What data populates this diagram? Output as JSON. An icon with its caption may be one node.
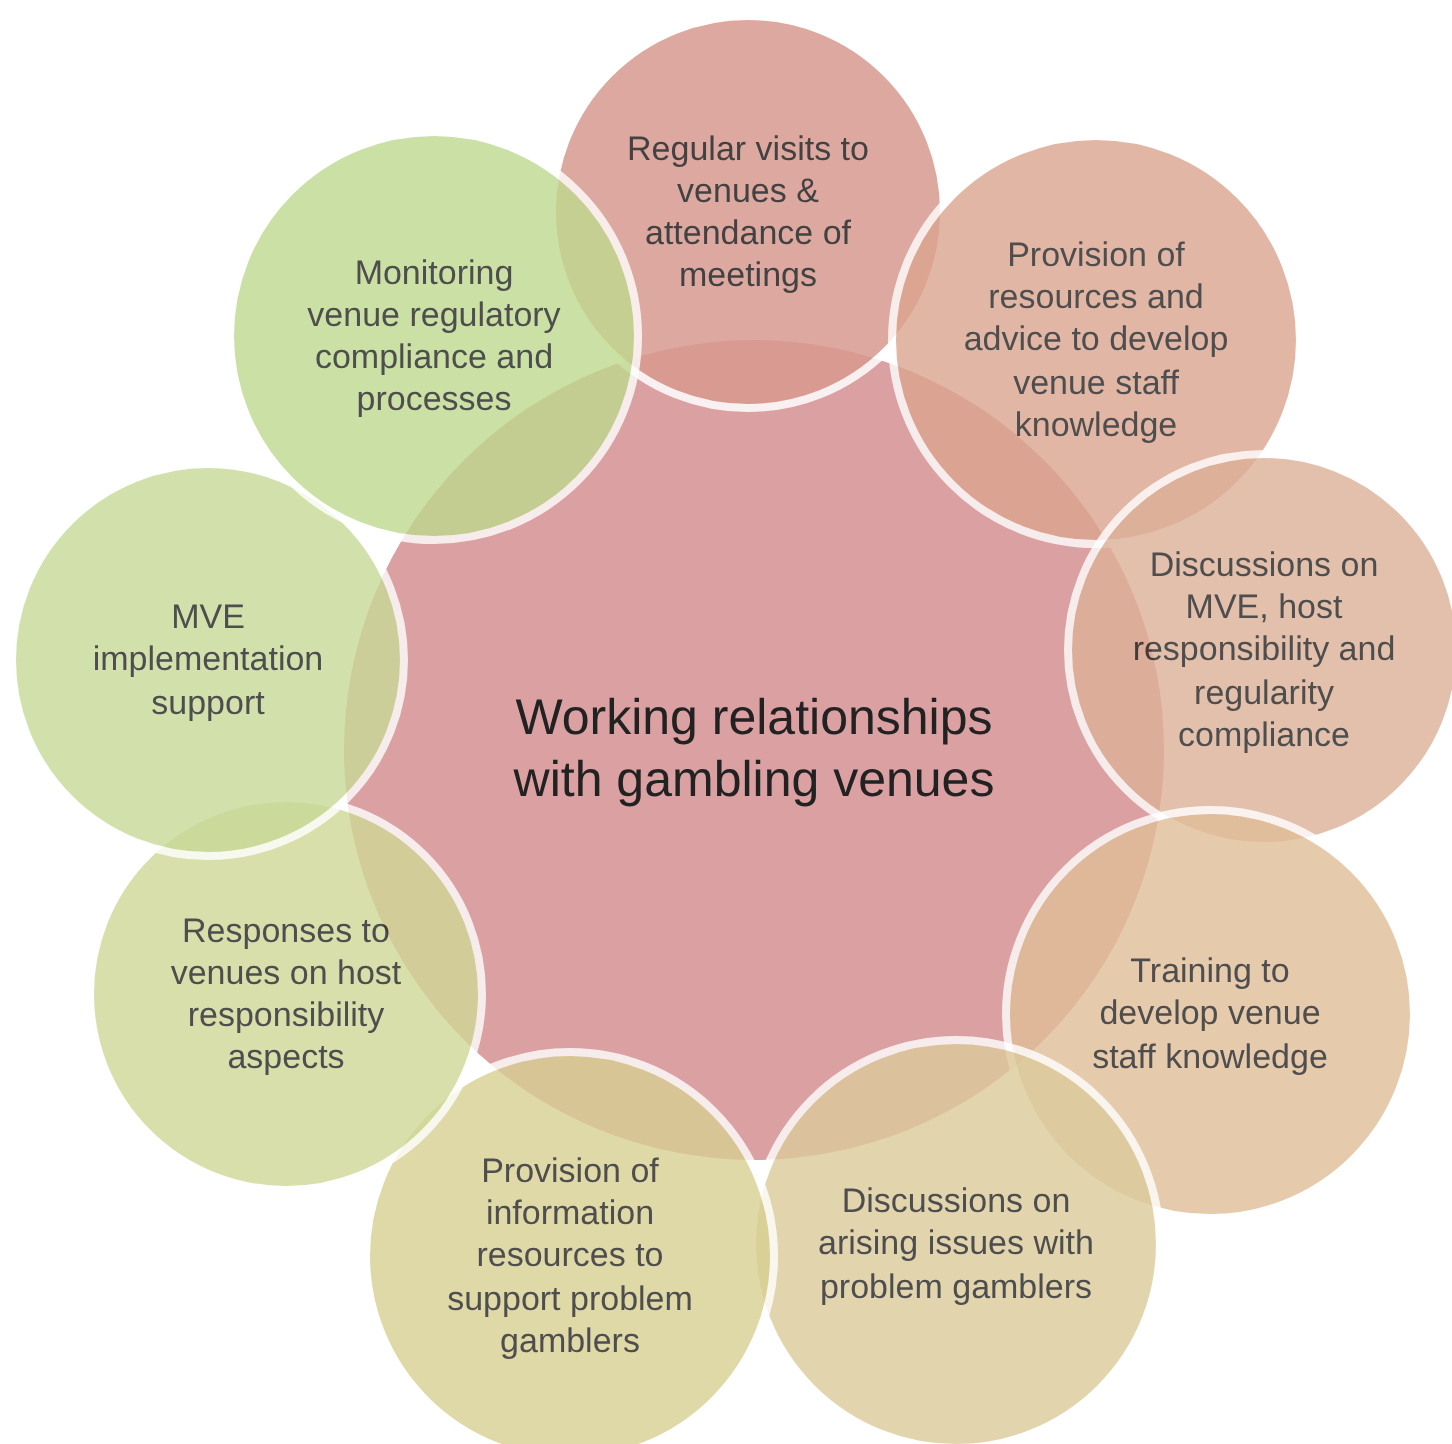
{
  "diagram": {
    "nodes": [
      {
        "text": [
          "Working relationships with gambling venues"
        ]
      },
      {
        "text": [
          "Regular visits to venues & attendance of meetings"
        ]
      },
      {
        "text": [
          "Provision of resources and advice to develop venue staff knowledge"
        ]
      },
      {
        "text": [
          "Discussions on MVE, host responsibility and regularity compliance"
        ]
      },
      {
        "text": [
          "Training to develop venue staff knowledge"
        ]
      },
      {
        "text": [
          "Discussions on arising issues with problem gamblers"
        ]
      },
      {
        "text": [
          "Provision of information resources to support problem gamblers"
        ]
      },
      {
        "text": [
          "Responses to venues on host responsibility aspects"
        ]
      },
      {
        "text": [
          "MVE implementation support"
        ]
      },
      {
        "text": [
          "Monitoring venue regulatory compliance and processes"
        ]
      }
    ]
  }
}
